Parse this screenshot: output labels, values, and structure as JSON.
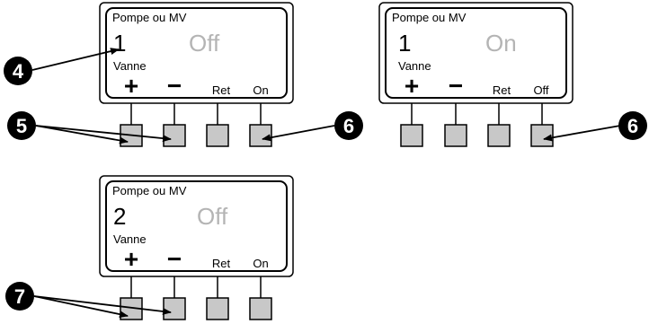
{
  "panels": [
    {
      "title": "Pompe ou MV",
      "number": "1",
      "state": "Off",
      "sublabel": "Vanne",
      "softkeys": [
        "+",
        "−",
        "Ret",
        "On"
      ]
    },
    {
      "title": "Pompe ou MV",
      "number": "1",
      "state": "On",
      "sublabel": "Vanne",
      "softkeys": [
        "+",
        "−",
        "Ret",
        "Off"
      ]
    },
    {
      "title": "Pompe ou MV",
      "number": "2",
      "state": "Off",
      "sublabel": "Vanne",
      "softkeys": [
        "+",
        "−",
        "Ret",
        "On"
      ]
    }
  ],
  "callouts": [
    "4",
    "5",
    "6",
    "6",
    "7"
  ],
  "colors": {
    "frame": "#000000",
    "button_fill": "#c8c8c8",
    "state_text": "#b4b4b4",
    "callout_fill": "#000000",
    "callout_text": "#ffffff"
  }
}
